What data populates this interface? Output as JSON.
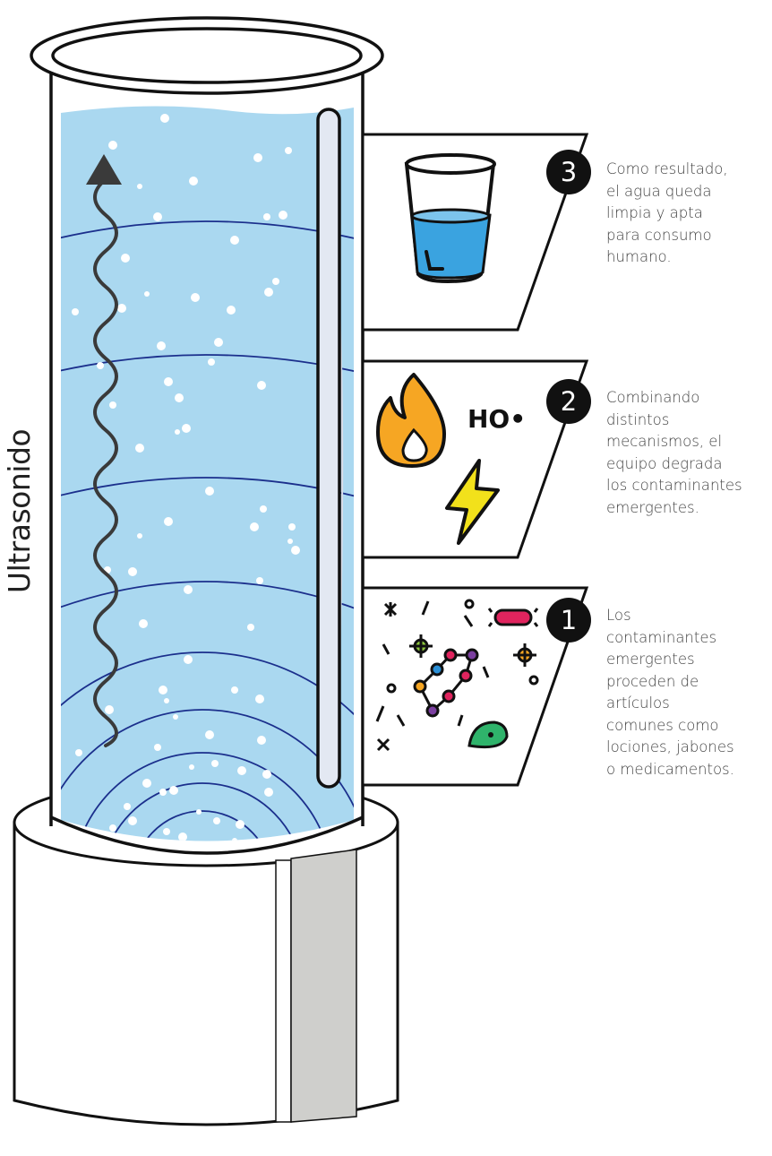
{
  "side_label": "Ultrasonido",
  "steps": [
    {
      "number": "3",
      "text_lines": [
        "Como resultado,",
        "el agua queda",
        "limpia y apta",
        "para consumo",
        "humano."
      ]
    },
    {
      "number": "2",
      "text_lines": [
        "Combinando",
        "distintos",
        "mecanismos, el",
        "equipo degrada",
        "los contaminantes",
        "emergentes."
      ]
    },
    {
      "number": "1",
      "text_lines": [
        "Los",
        "contaminantes",
        "emergentes",
        "proceden de",
        "artículos",
        "comunes como",
        "lociones, jabones",
        "o medicamentos."
      ]
    }
  ],
  "hydroxyl_label": "HO•",
  "icons": {
    "panel3": "water-glass-icon",
    "panel2": [
      "fire-icon",
      "lightning-icon"
    ],
    "panel1": [
      "bacteria-icon",
      "virus-icon",
      "molecule-icon"
    ]
  },
  "colors": {
    "water": "#aad8f0",
    "water_line": "#1b2f8c",
    "glass_water": "#3aa3e0",
    "flame": "#f6a623",
    "lightning": "#f2e11b",
    "base_stripe": "#cfcfcc",
    "badge": "#111111"
  }
}
